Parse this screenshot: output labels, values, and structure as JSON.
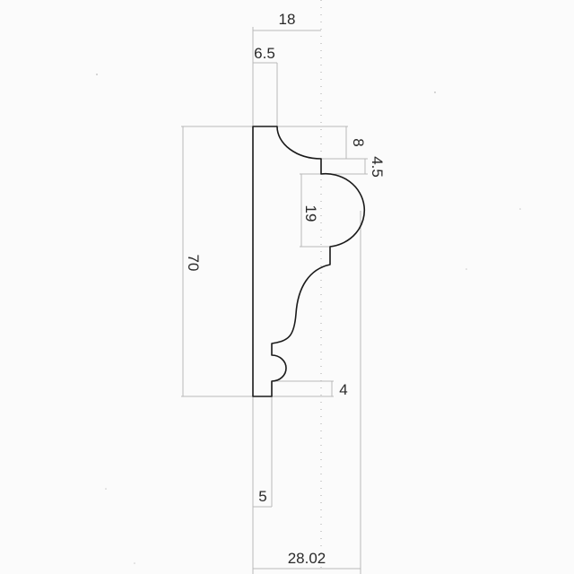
{
  "drawing": {
    "type": "molding-profile-cross-section",
    "units": "mm",
    "dimensions": {
      "top_width_to_axis": "18",
      "top_flat": "6.5",
      "cove_drop": "8",
      "step": "4.5",
      "bead_height": "19",
      "overall_height": "70",
      "bottom_step": "4",
      "bottom_flat": "5",
      "overall_width": "28.02"
    },
    "colors": {
      "profile": "#1a1a1a",
      "dimension_lines": "#b8b8b8",
      "text": "#2a2a2a",
      "background": "#fbfbfb"
    }
  }
}
